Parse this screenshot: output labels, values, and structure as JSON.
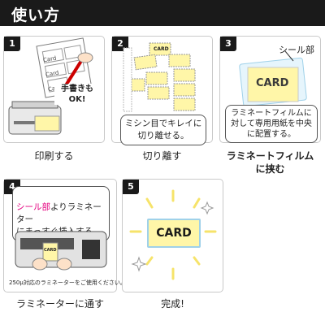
{
  "header": {
    "title": "使い方"
  },
  "steps": [
    {
      "number": "1",
      "caption": "印刷する",
      "handwriting_note": "手書きも\nOK!",
      "card_labels": [
        "Card",
        "Card",
        "Card"
      ]
    },
    {
      "number": "2",
      "caption": "切り離す",
      "note": "ミシン目でキレイに\n切り離せる。",
      "card_label": "CARD"
    },
    {
      "number": "3",
      "caption": "ラミネートフィルム\nに挟む",
      "seal_label": "シール部",
      "card_label": "CARD",
      "note": "ラミネートフィルムに\n対して専用用紙を中央\nに配置する。"
    },
    {
      "number": "4",
      "caption": "ラミネーターに通す",
      "note_highlight": "シール部",
      "note_rest": "よりラミネーター\nにまっすぐ挿入する。",
      "footnote": "250μ対応のラミネーターをご使用ください。",
      "card_label": "CARD"
    },
    {
      "number": "5",
      "caption": "完成!",
      "card_label": "CARD"
    }
  ],
  "colors": {
    "card_fill": "#fff6a8",
    "card_border": "#9fd1e9",
    "accent_pink": "#e4007f",
    "header": "#1a1a1a"
  }
}
